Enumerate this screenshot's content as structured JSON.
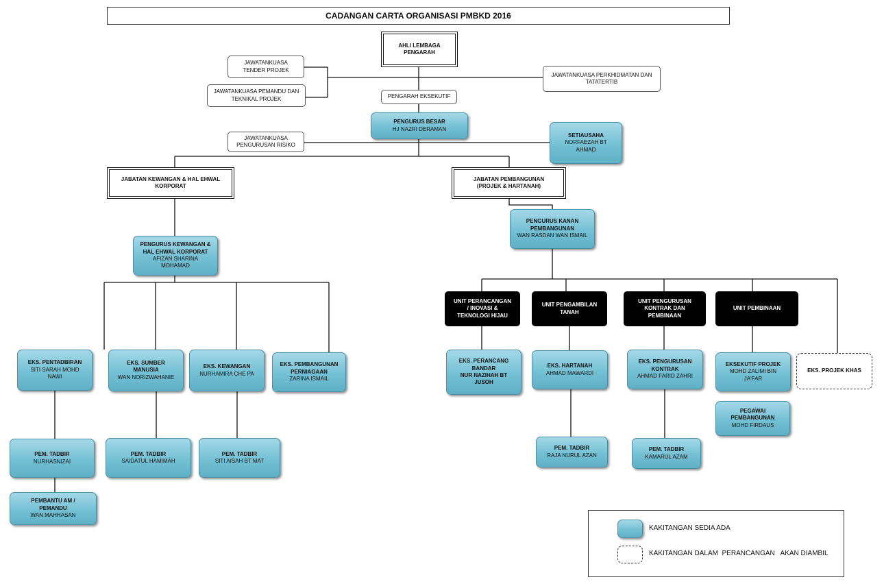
{
  "title": "CADANGAN CARTA ORGANISASI PMBKD 2016",
  "boxes": {
    "ahli_lembaga": [
      "AHLI LEMBAGA",
      "PENGARAH"
    ],
    "jk_tender": [
      "JAWATANKUASA",
      "TENDER PROJEK"
    ],
    "jk_pemandu": [
      "JAWATANKUASA PEMANDU DAN",
      "TEKNIKAL PROJEK"
    ],
    "jk_perkhidmatan": [
      "JAWATANKUASA PERKHIDMATAN DAN",
      "TATATERTIB"
    ],
    "pengarah_eksekutif": [
      "PENGARAH EKSEKUTIF"
    ],
    "pengurus_besar": [
      "PENGURUS BESAR",
      "HJ NAZRI DERAMAN"
    ],
    "jk_risiko": [
      "JAWATANKUASA",
      "PENGURUSAN RISIKO"
    ],
    "setiausaha": [
      "SETIAUSAHA",
      "NORFAEZAH BT",
      "AHMAD"
    ],
    "jabatan_kewangan": [
      "JABATAN KEWANGAN & HAL EHWAL",
      "KORPORAT"
    ],
    "jabatan_pembangunan": [
      "JABATAN PEMBANGUNAN",
      "(PROJEK & HARTANAH)"
    ],
    "pengurus_kewangan": [
      "PENGURUS KEWANGAN &",
      "HAL EHWAL KORPORAT",
      "AFIZAN SHARINA",
      "MOHAMAD"
    ],
    "pengurus_kanan": [
      "PENGURUS  KANAN",
      "PEMBANGUNAN",
      "WAN RASDAN WAN ISMAIL"
    ],
    "eks_pentadbiran": [
      "EKS. PENTADBIRAN",
      "SITI SARAH MOHD",
      "NAWI"
    ],
    "eks_sumber": [
      "EKS. SUMBER",
      "MANUSIA",
      "WAN NORIZWAHANIE"
    ],
    "eks_kewangan": [
      "EKS. KEWANGAN",
      "NURHAMIRA CHE PA"
    ],
    "eks_perniagaan": [
      "EKS. PEMBANGUNAN",
      "PERNIAGAAN",
      "ZARINA ISMAIL"
    ],
    "pem_nurhasnizai": [
      "PEM. TADBIR",
      "NURHASNIZAI"
    ],
    "pem_saidatul": [
      "PEM. TADBIR",
      "SAIDATUL HAMIMAH"
    ],
    "pem_siti_aisah": [
      "PEM. TADBIR",
      "SITI AISAH BT MAT"
    ],
    "pembantu_am": [
      "PEMBANTU AM /",
      "PEMANDU",
      "WAN MAHHASAN"
    ],
    "unit_perancangan": [
      "UNIT  PERANCANGAN",
      "/ INOVASI &",
      "TEKNOLOGI HIJAU"
    ],
    "unit_pengambilan": [
      "UNIT  PENGAMBILAN",
      "TANAH"
    ],
    "unit_kontrak": [
      "UNIT  PENGURUSAN",
      "KONTRAK  DAN",
      "PEMBINAAN"
    ],
    "unit_pembinaan": [
      "UNIT  PEMBINAAN"
    ],
    "eks_perancang": [
      "EKS. PERANCANG",
      "BANDAR",
      "NUR NAZIHAH BT",
      "JUSOH"
    ],
    "eks_hartanah": [
      "EKS.  HARTANAH",
      "AHMAD MAWARDI"
    ],
    "eks_kontrak": [
      "EKS. PENGURUSAN",
      "KONTRAK",
      "AHMAD FARID ZAHRI"
    ],
    "eksekutif_projek": [
      "EKSEKUTIF  PROJEK",
      "MOHD ZALIMI BIN",
      "JA'FAR"
    ],
    "eks_projek_khas": [
      "EKS. PROJEK KHAS"
    ],
    "pem_raja": [
      "PEM. TADBIR",
      "RAJA NURUL AZAN"
    ],
    "pem_kamarul": [
      "PEM. TADBIR",
      "KAMARUL AZAM"
    ],
    "pegawai_pembangunan": [
      "PEGAWAI",
      "PEMBANGUNAN",
      "MOHD FIRDAUS"
    ]
  },
  "legend": {
    "existing": "KAKITANGAN SEDIA ADA",
    "planned": "KAKITANGAN DALAM  PERANCANGAN   AKAN DIAMBIL"
  }
}
